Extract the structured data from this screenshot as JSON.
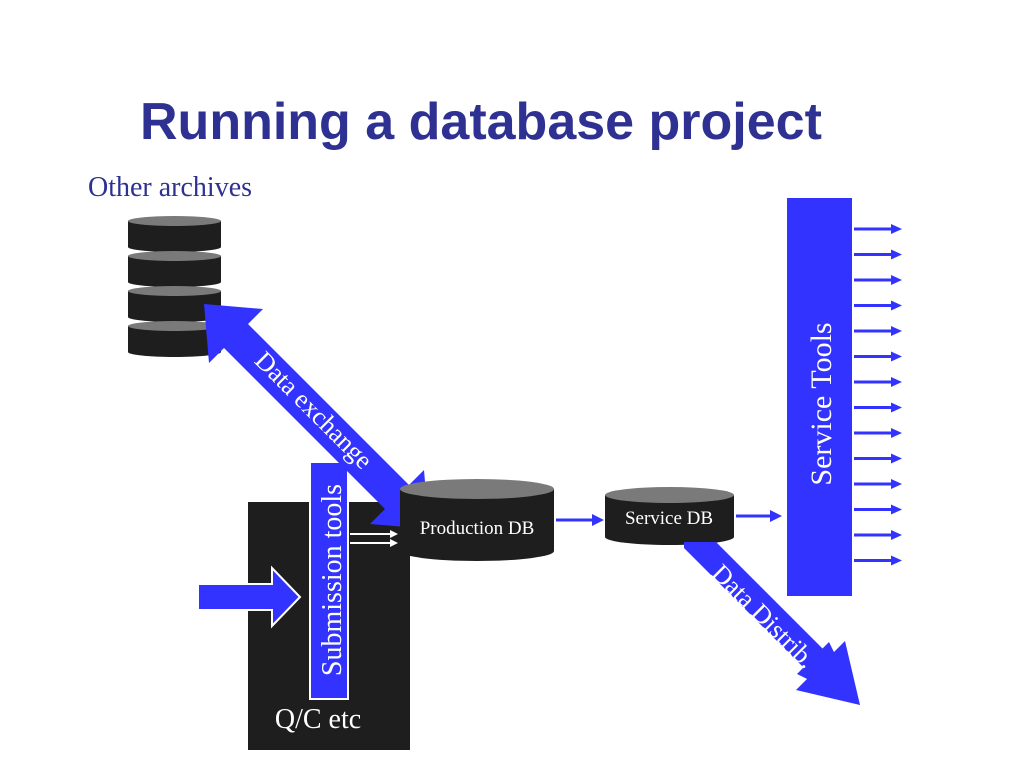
{
  "slide": {
    "title": "Running a database project"
  },
  "labels": {
    "other_archives": "Other archives",
    "data_exchange": "Data exchange",
    "submission_tools": "Submission tools",
    "production_db": "Production DB",
    "service_db": "Service DB",
    "service_tools": "Service Tools",
    "data_distrib": "Data Distrib.",
    "qc": "Q/C etc"
  },
  "colors": {
    "title": "#2e3192",
    "accent_blue": "#3333ff",
    "dark": "#1e1e1e",
    "cylinder_top": "#7a7a7a"
  }
}
